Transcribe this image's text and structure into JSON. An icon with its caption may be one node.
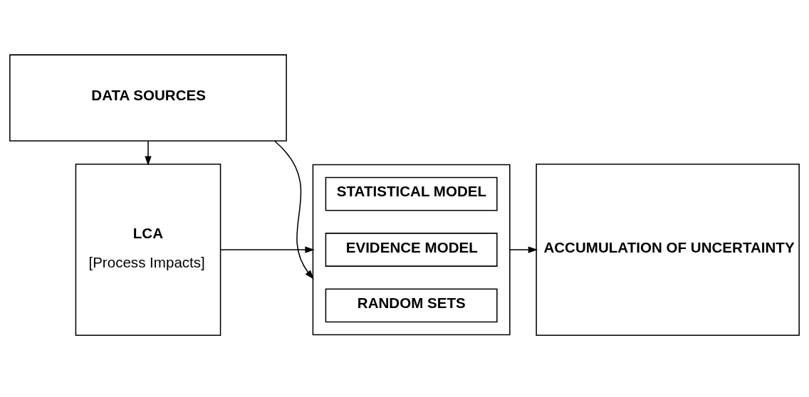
{
  "diagram": {
    "nodes": [
      {
        "text": [
          "DATA SOURCES"
        ]
      },
      {
        "text": [
          "LCA",
          "[Process Impacts]"
        ]
      },
      {
        "text": [],
        "shape": "box"
      },
      {
        "text": [
          "RANDOM SETS"
        ],
        "in": 2
      },
      {
        "text": [
          "EVIDENCE MODEL"
        ],
        "in": 2
      },
      {
        "text": [
          "STATISTICAL MODEL"
        ],
        "in": 2
      },
      {
        "text": [
          "ACCUMULATION OF UNCERTAINTY"
        ]
      }
    ],
    "edges": [
      {
        "from": 0,
        "to": 1,
        "arrow": "to"
      },
      {
        "from": 0,
        "to": 2,
        "arrow": "to"
      },
      {
        "from": 1,
        "to": 2,
        "arrow": "to"
      },
      {
        "from": 2,
        "to": 6,
        "arrow": "to"
      }
    ]
  }
}
